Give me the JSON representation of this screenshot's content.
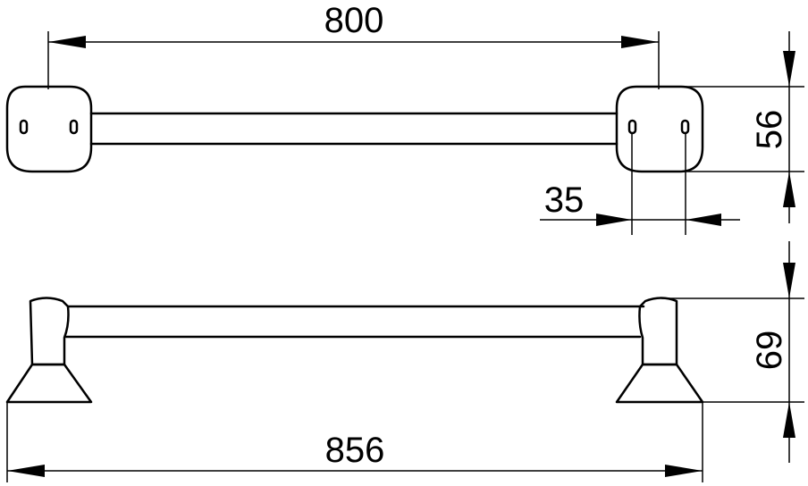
{
  "dimensions": {
    "mount_distance": "800",
    "plate_height": "56",
    "hole_spacing": "35",
    "projection": "69",
    "overall_length": "856"
  }
}
